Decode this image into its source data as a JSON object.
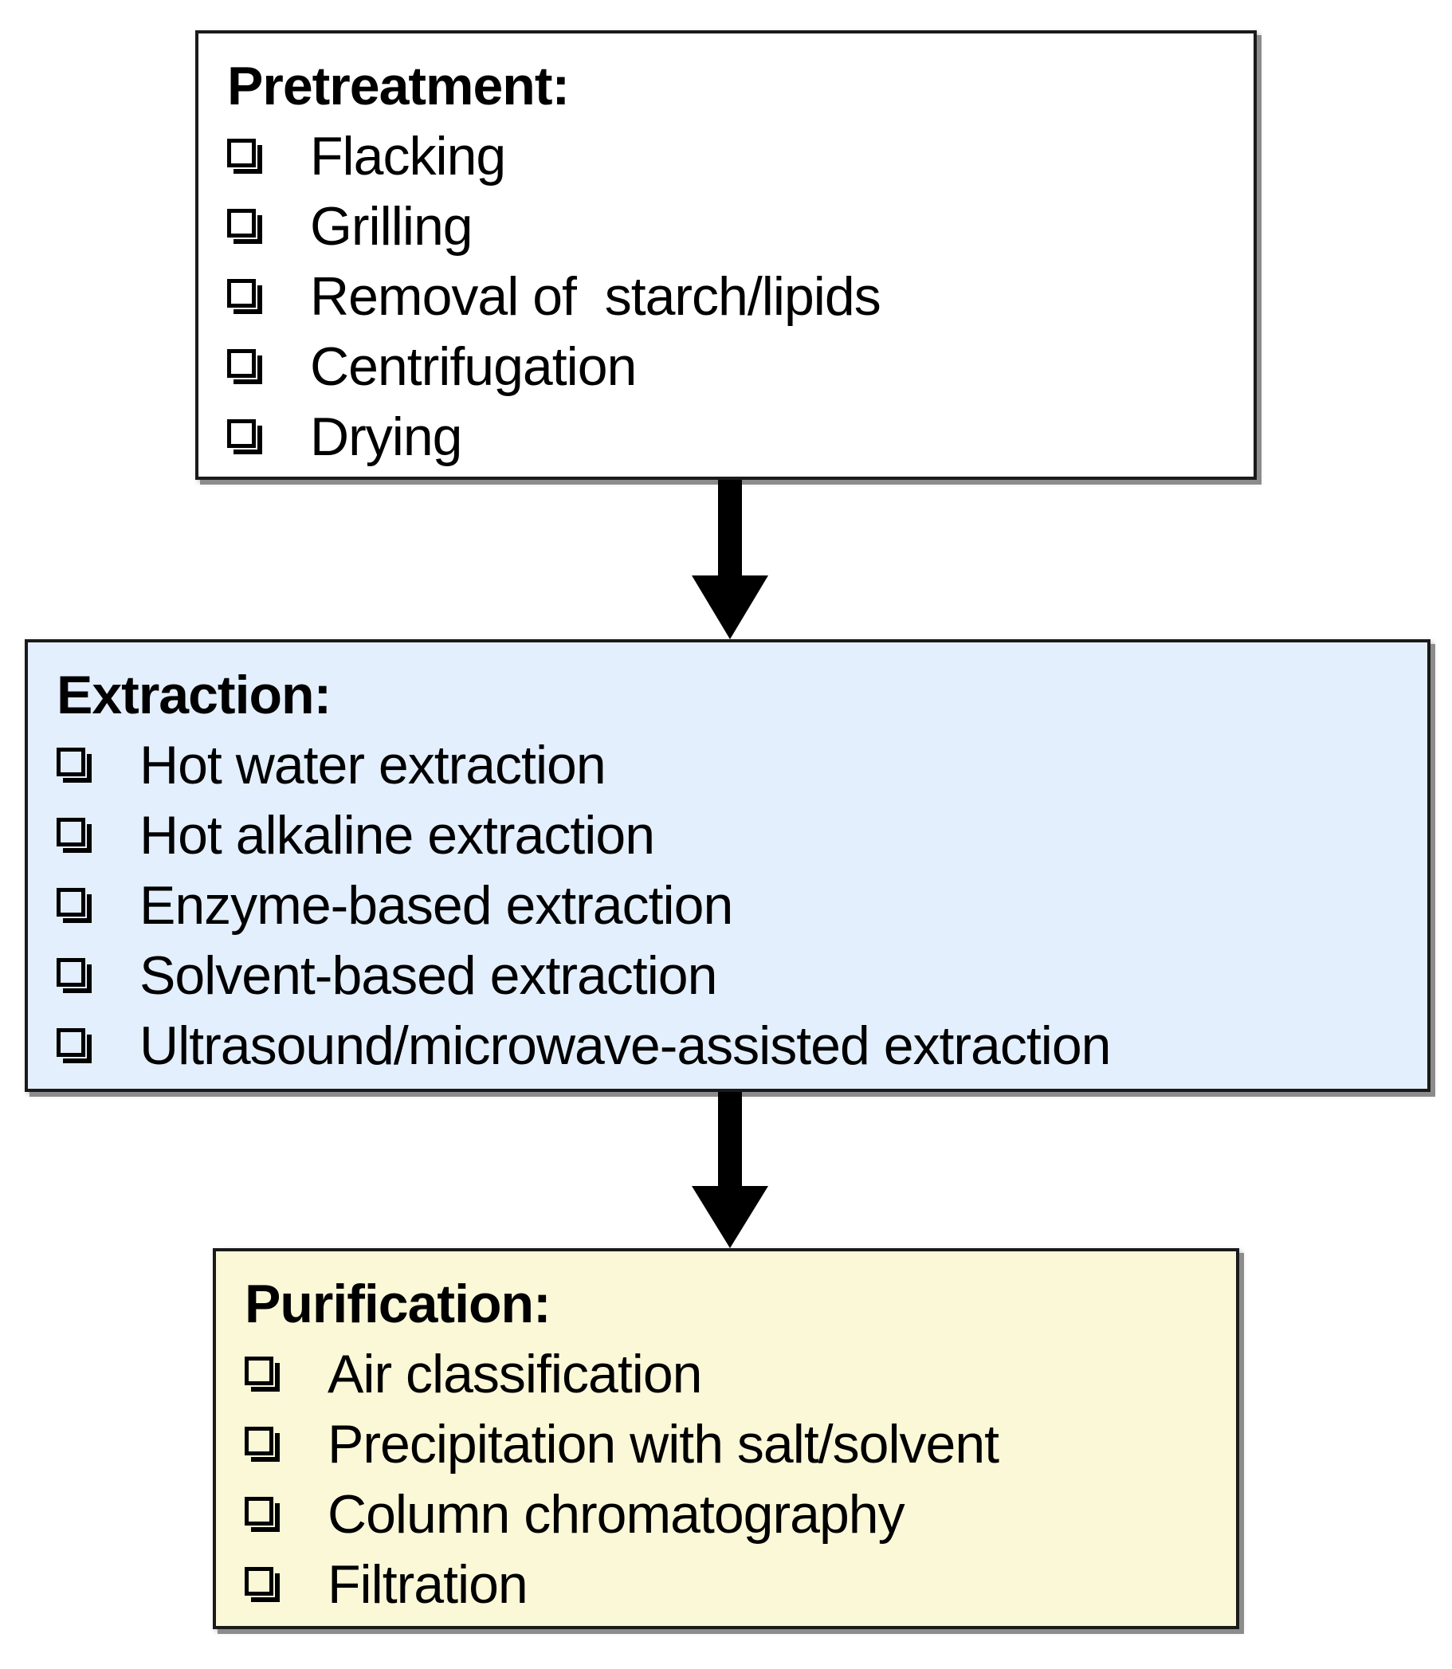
{
  "boxes": [
    {
      "id": "pretreatment",
      "title": "Pretreatment:",
      "fill": "#ffffff",
      "items": [
        "Flacking",
        "Grilling",
        "Removal of  starch/lipids",
        "Centrifugation",
        "Drying"
      ]
    },
    {
      "id": "extraction",
      "title": "Extraction:",
      "fill": "#e3effc",
      "items": [
        "Hot water extraction",
        "Hot alkaline extraction",
        "Enzyme-based extraction",
        "Solvent-based extraction",
        "Ultrasound/microwave-assisted extraction"
      ]
    },
    {
      "id": "purification",
      "title": "Purification:",
      "fill": "#fbf8d8",
      "items": [
        "Air classification",
        "Precipitation with salt/solvent",
        "Column chromatography",
        "Filtration"
      ]
    }
  ],
  "colors": {
    "border": "#1a1a1a",
    "arrow": "#000000"
  },
  "icons": {
    "bullet": "checkbox-icon",
    "connector": "arrow-down-icon"
  }
}
